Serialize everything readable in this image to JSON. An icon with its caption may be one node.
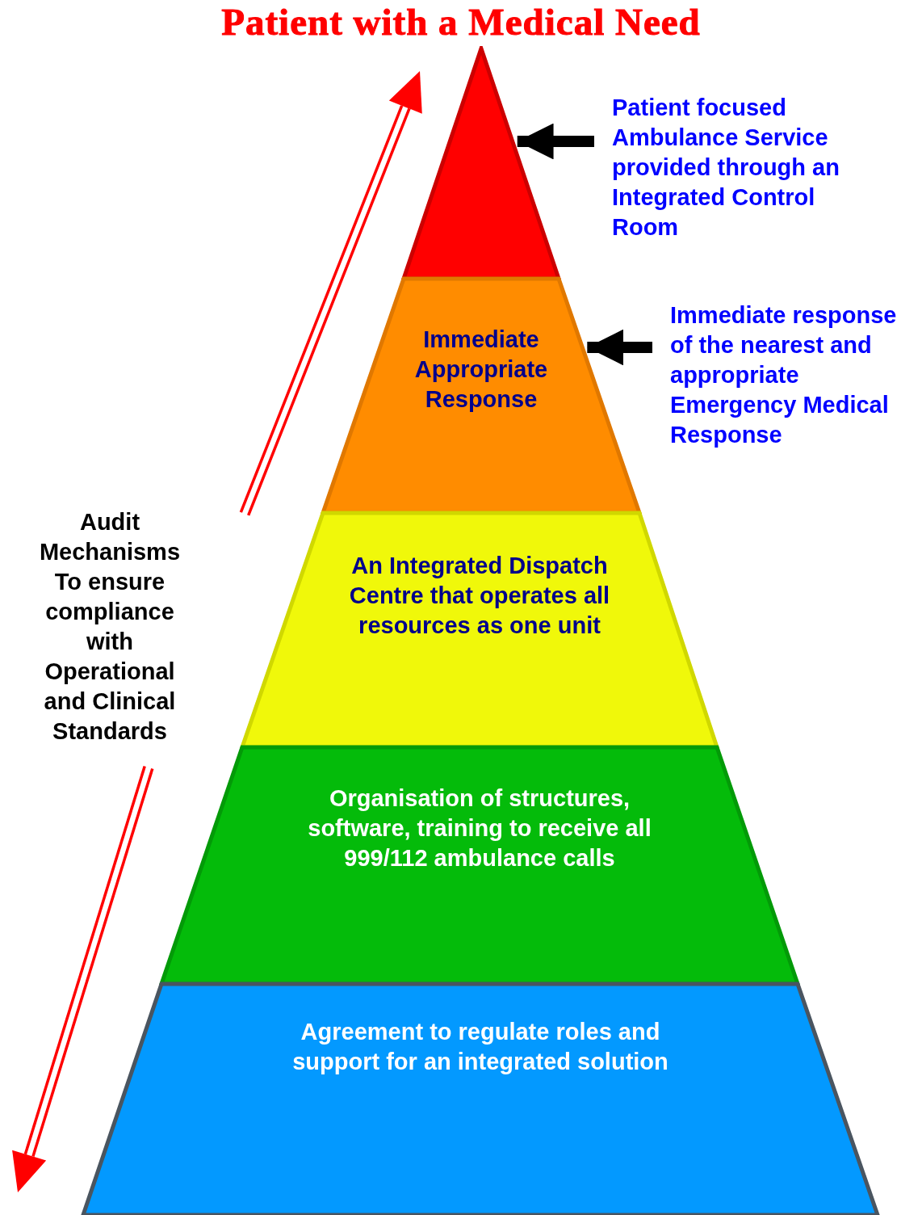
{
  "diagram": {
    "title": "Patient with a Medical Need",
    "nodes": [
      {
        "text": [],
        "shape": "triangle"
      },
      {
        "text": [
          "Immediate Appropriate Response"
        ]
      },
      {
        "text": [
          "An Integrated Dispatch Centre that operates all resources as one unit"
        ]
      },
      {
        "text": [
          "Organisation of structures, software, training to receive all 999/112 ambulance calls"
        ]
      },
      {
        "text": [
          "Agreement to regulate roles and support for an integrated solution"
        ]
      },
      {
        "text": [
          "Patient focused Ambulance Service provided through an Integrated Control Room"
        ]
      },
      {
        "text": [
          "Immediate response of the nearest and appropriate Emergency Medical Response"
        ]
      }
    ],
    "edges": [
      {
        "from": 5,
        "to": 0,
        "arrow": "to"
      },
      {
        "from": 6,
        "to": 1,
        "arrow": "to"
      }
    ],
    "labels": [
      "Audit Mechanisms To ensure compliance with Operational and Clinical Standards"
    ]
  }
}
